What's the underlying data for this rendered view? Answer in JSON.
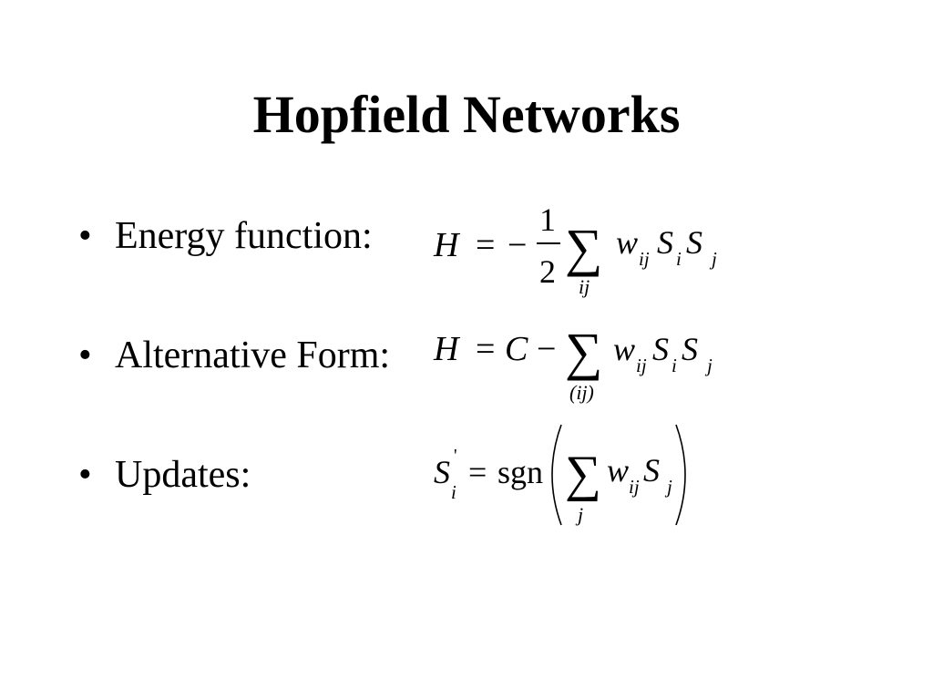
{
  "slide": {
    "title": "Hopfield Networks",
    "bullet_glyph": "•",
    "bullets": [
      {
        "label": "Energy function:",
        "equation": {
          "lhs": "H",
          "eq": "=",
          "minus": "−",
          "frac_num": "1",
          "frac_den": "2",
          "sum": "∑",
          "sum_sub": "ij",
          "w": "w",
          "w_sub": "ij",
          "S1": "S",
          "S1_sub": "i",
          "S2": "S",
          "S2_sub": "j"
        }
      },
      {
        "label": "Alternative Form:",
        "equation": {
          "lhs": "H",
          "eq": "=",
          "C": "C",
          "minus": "−",
          "sum": "∑",
          "sum_sub": "(ij)",
          "w": "w",
          "w_sub": "ij",
          "S1": "S",
          "S1_sub": "i",
          "S2": "S",
          "S2_sub": "j"
        }
      },
      {
        "label": "Updates:",
        "equation": {
          "lhs": "S",
          "lhs_sub": "i",
          "lhs_prime": "'",
          "eq": "=",
          "func": "sgn",
          "sum": "∑",
          "sum_sub": "j",
          "w": "w",
          "w_sub": "ij",
          "S": "S",
          "S_sub": "j"
        }
      }
    ]
  }
}
